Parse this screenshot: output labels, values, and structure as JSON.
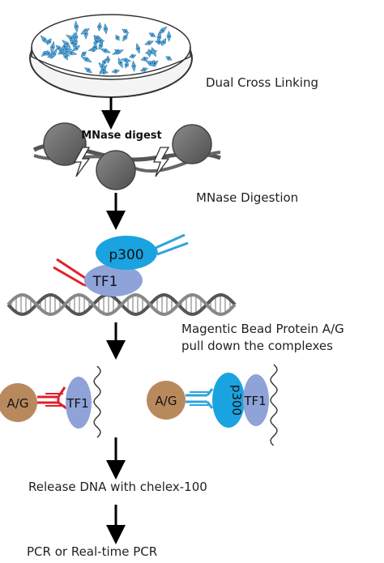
{
  "steps": {
    "crosslink": "Dual Cross Linking",
    "mnase": "MNase Digestion",
    "pulldown_line1": "Magentic Bead Protein A/G",
    "pulldown_line2": "pull down the complexes",
    "release": "Release DNA with chelex-100",
    "pcr": "PCR or Real-time PCR"
  },
  "labels": {
    "mnase_digest": "MNase digest",
    "p300": "p300",
    "tf1": "TF1",
    "ag": "A/G"
  },
  "colors": {
    "p300": "#1aa3e0",
    "tf1": "#8fa3d9",
    "bead": "#b9895e",
    "antibody_red": "#e0202a",
    "antibody_blue": "#2ba3dc",
    "nucleosome": "#6e6e6e",
    "cell": "#5aaedc"
  }
}
